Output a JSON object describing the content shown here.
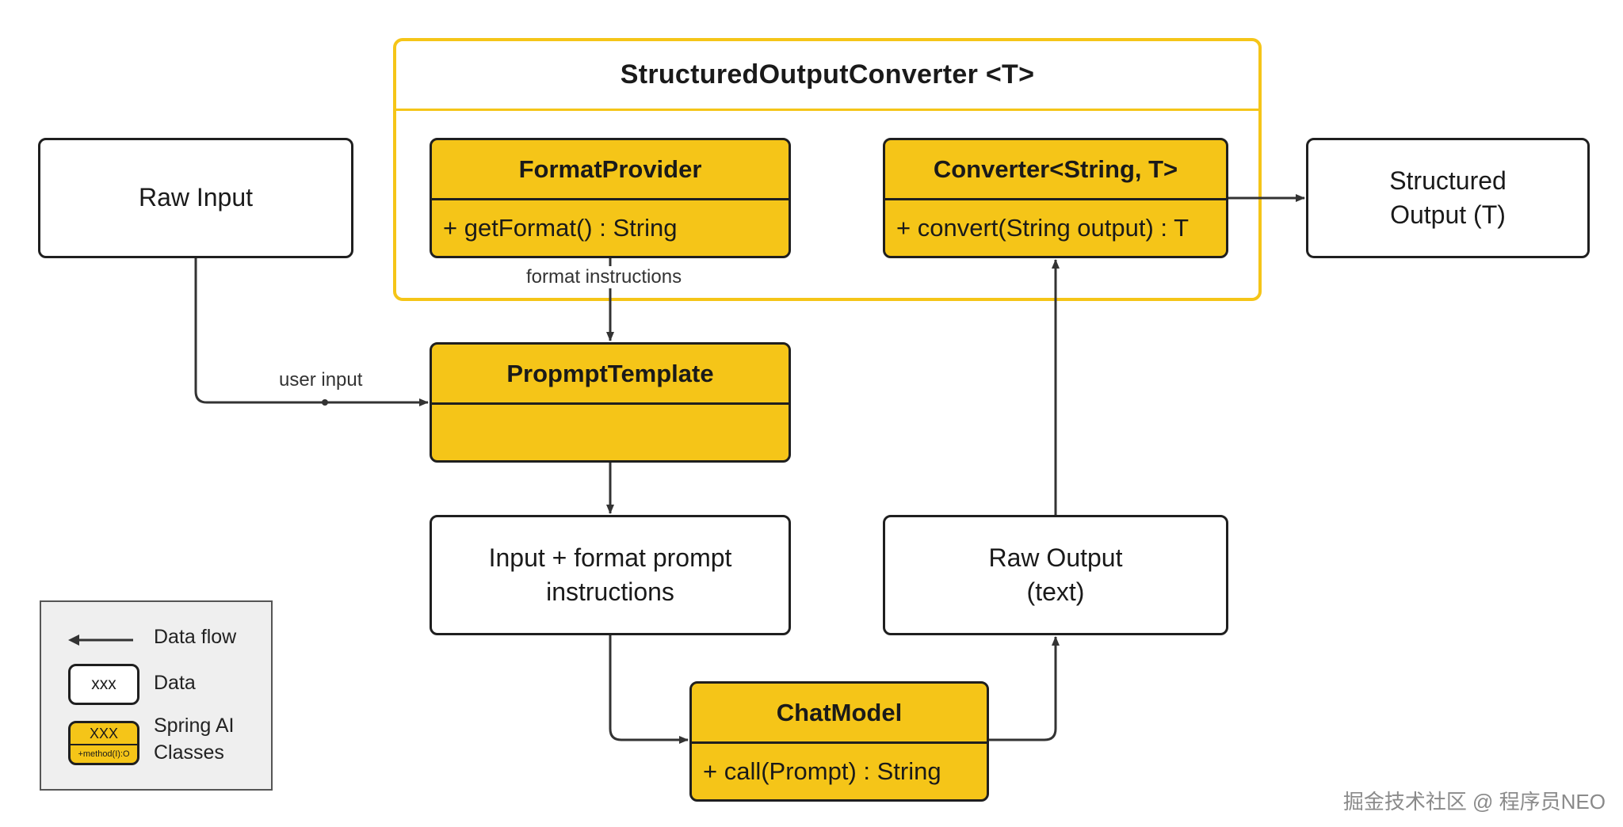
{
  "container": {
    "title": "StructuredOutputConverter <T>"
  },
  "format_provider": {
    "title": "FormatProvider",
    "method": "+ getFormat() : String"
  },
  "converter": {
    "title": "Converter<String, T>",
    "method": "+ convert(String output) : T"
  },
  "prompt_template": {
    "title": "PropmptTemplate"
  },
  "chat_model": {
    "title": "ChatModel",
    "method": "+ call(Prompt) : String"
  },
  "raw_input": {
    "text": "Raw Input"
  },
  "structured_output": {
    "text": "Structured\nOutput (T)"
  },
  "input_format": {
    "text": "Input + format prompt\ninstructions"
  },
  "raw_output": {
    "text": "Raw Output\n(text)"
  },
  "edge_labels": {
    "format_instructions": "format instructions",
    "user_input": "user input"
  },
  "legend": {
    "data_flow": "Data flow",
    "data": "Data",
    "data_sample": "xxx",
    "classes": "Spring AI\nClasses",
    "class_sample_title": "XXX",
    "class_sample_method": "+method(I):O"
  },
  "watermark": "掘金技术社区 @ 程序员NEO",
  "colors": {
    "accent": "#f5c518",
    "stroke": "#1f1f1f",
    "arrow": "#333333",
    "legend_bg": "#efefef"
  }
}
